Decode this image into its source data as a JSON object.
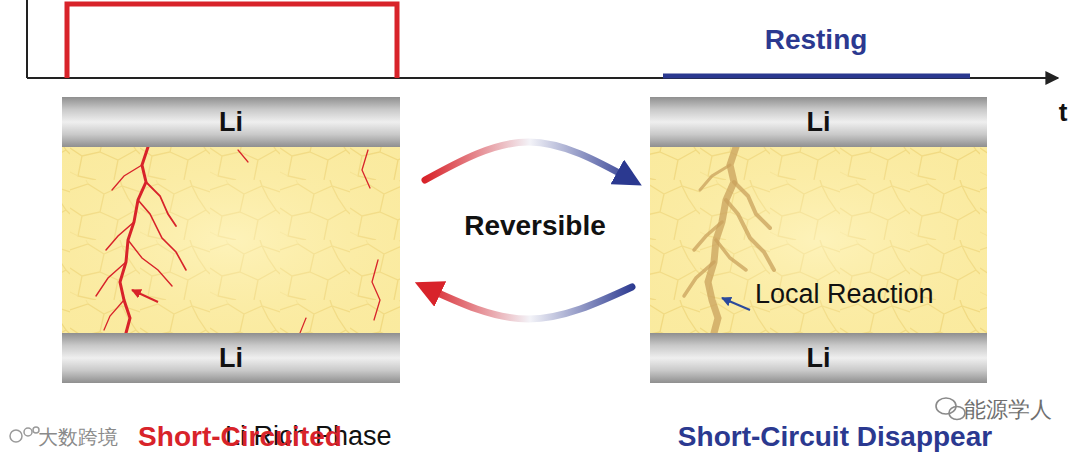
{
  "diagram": {
    "nodes": [
      {
        "text": [
          "Li"
        ]
      },
      {
        "text": [
          "Li Rich Phase"
        ]
      },
      {
        "text": [
          "Li"
        ]
      },
      {
        "text": [
          "Li"
        ]
      },
      {
        "text": [
          "Local Reaction"
        ]
      },
      {
        "text": [
          "Li"
        ]
      }
    ],
    "edges": [
      {
        "from": 1,
        "to": 4,
        "arrow": "to"
      },
      {
        "from": 4,
        "to": 1,
        "arrow": "to"
      }
    ],
    "labels": [
      "Resting",
      "t",
      "Reversible",
      "Short-Circuited",
      "Short-Circuit Disappear",
      "大数跨境",
      "能源学人"
    ]
  }
}
